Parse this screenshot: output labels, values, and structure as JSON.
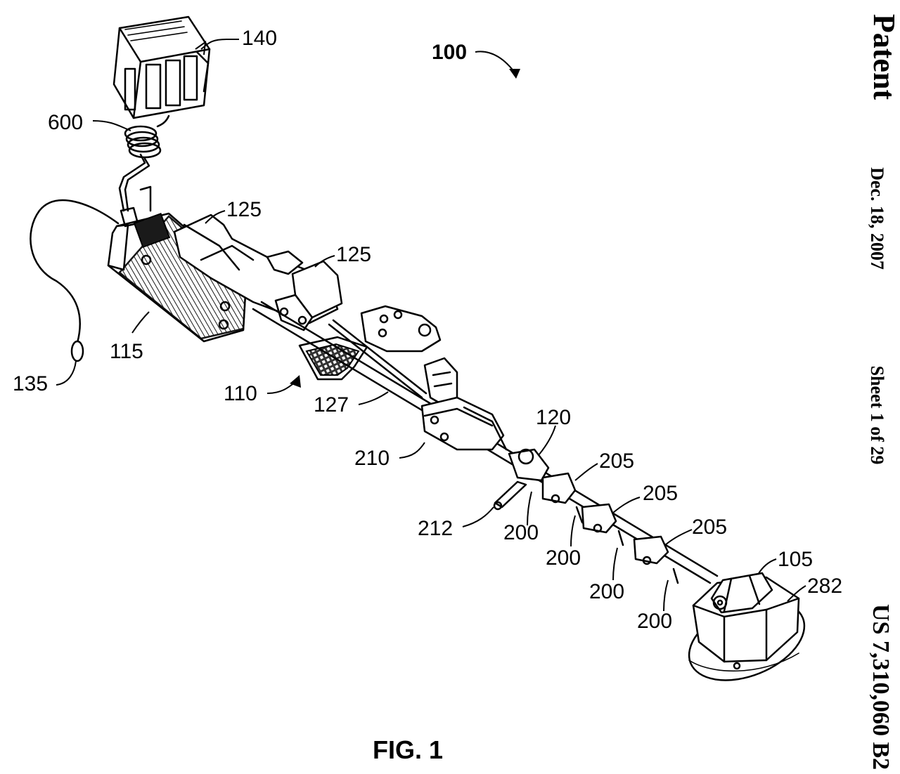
{
  "header": {
    "publication": "Patent",
    "date": "Dec. 18, 2007",
    "sheet": "Sheet 1 of 29",
    "patent_number": "US 7,310,060 B2"
  },
  "figure": {
    "label": "FIG. 1",
    "assembly_ref": "100",
    "reference_numerals": {
      "battery_pack": "140",
      "coiled_cable": "600",
      "upper_housing_right": "125",
      "lower_housing_right": "125",
      "electronics_housing": "115",
      "earphone": "135",
      "handle": "110",
      "rod": "127",
      "upper_shaft": "120",
      "clamp_a": "205",
      "clamp_b": "205",
      "clamp_c": "205",
      "search_head": "105",
      "head_connector": "282",
      "bracket": "210",
      "lever": "212",
      "pin_a": "200",
      "pin_b": "200",
      "pin_c": "200",
      "pin_d": "200"
    }
  }
}
